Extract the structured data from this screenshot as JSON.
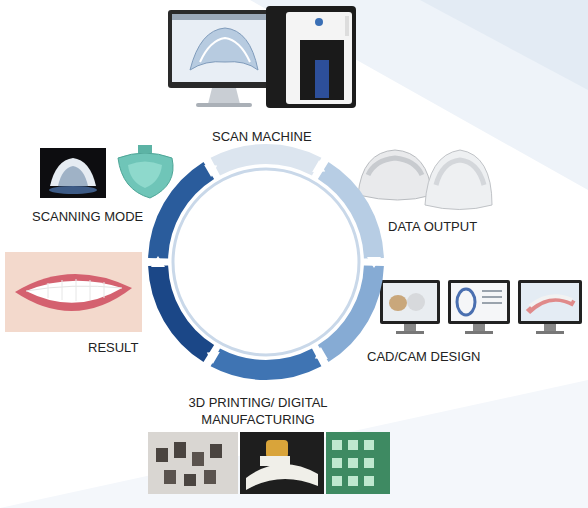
{
  "diagram": {
    "labels": [
      "SCAN MACHINE",
      "SCANNING MODE",
      "DATA OUTPUT",
      "RESULT",
      "CAD/CAM DESIGN",
      "3D PRINTING/ DIGITAL MANUFACTURING"
    ]
  }
}
